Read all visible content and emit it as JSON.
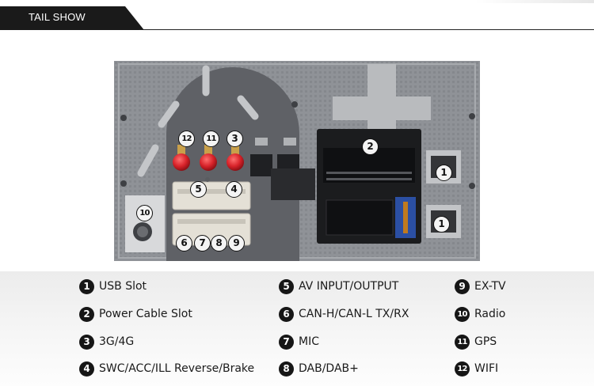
{
  "header": {
    "title": "TAIL SHOW"
  },
  "photo_callouts": [
    {
      "id": "callout-12",
      "number": "12"
    },
    {
      "id": "callout-11",
      "number": "11"
    },
    {
      "id": "callout-3",
      "number": "3"
    },
    {
      "id": "callout-2",
      "number": "2"
    },
    {
      "id": "callout-1a",
      "number": "1"
    },
    {
      "id": "callout-1b",
      "number": "1"
    },
    {
      "id": "callout-5",
      "number": "5"
    },
    {
      "id": "callout-4",
      "number": "4"
    },
    {
      "id": "callout-10",
      "number": "10"
    },
    {
      "id": "callout-6",
      "number": "6"
    },
    {
      "id": "callout-7",
      "number": "7"
    },
    {
      "id": "callout-8",
      "number": "8"
    },
    {
      "id": "callout-9",
      "number": "9"
    }
  ],
  "legend": {
    "col1": [
      {
        "number": "1",
        "label": "USB Slot"
      },
      {
        "number": "2",
        "label": "Power Cable Slot"
      },
      {
        "number": "3",
        "label": "3G/4G"
      },
      {
        "number": "4",
        "label": "SWC/ACC/ILL Reverse/Brake"
      }
    ],
    "col2": [
      {
        "number": "5",
        "label": "AV INPUT/OUTPUT"
      },
      {
        "number": "6",
        "label": "CAN-H/CAN-L TX/RX"
      },
      {
        "number": "7",
        "label": "MIC"
      },
      {
        "number": "8",
        "label": "DAB/DAB+"
      }
    ],
    "col3": [
      {
        "number": "9",
        "label": "EX-TV"
      },
      {
        "number": "10",
        "label": "Radio"
      },
      {
        "number": "11",
        "label": "GPS"
      },
      {
        "number": "12",
        "label": "WIFI"
      }
    ]
  },
  "colors": {
    "header_bg": "#1a1a1a",
    "badge_bg": "#161616",
    "antenna_red": "#d8232a",
    "connector_white": "#e4e0d6",
    "housing_black": "#1b1c1e"
  }
}
